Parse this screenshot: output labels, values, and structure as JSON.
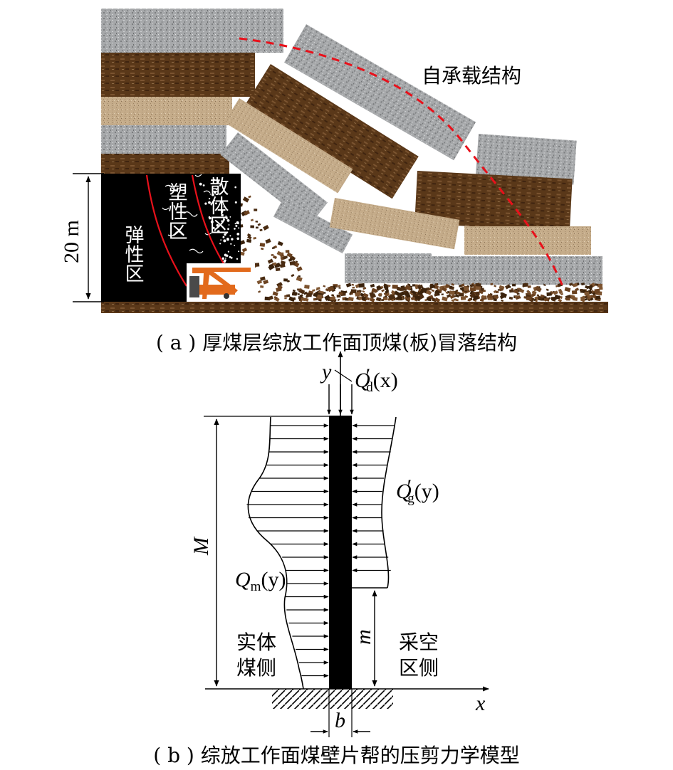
{
  "figure_a": {
    "height_label": "20 m",
    "zones": {
      "elastic": "弹性区",
      "plastic": "塑性区",
      "loose": "散体区"
    },
    "structure_label": "自承载结构",
    "caption": "( a ) 厚煤层综放工作面顶煤(板)冒落结构",
    "colors": {
      "granite": "#9fa1a3",
      "brown": "#5c3a1c",
      "tan": "#c6ae8c",
      "coal": "#000000",
      "boundary": "#e8111b",
      "machine": "#e26a1c"
    }
  },
  "figure_b": {
    "axis_y": "y",
    "axis_x": "x",
    "load_top": {
      "base": "Q",
      "prime": "′",
      "sub": "d",
      "arg": "(x)"
    },
    "load_goaf": {
      "base": "Q",
      "prime": "′",
      "sub": "g",
      "arg": "(y)"
    },
    "load_coal": {
      "base": "Q",
      "sub": "m",
      "arg": "(y)"
    },
    "dim_M": "M",
    "dim_m": "m",
    "dim_b": "b",
    "coal_side": [
      "实体",
      "煤侧"
    ],
    "goaf_side": [
      "采空",
      "区侧"
    ],
    "caption": "( b ) 综放工作面煤壁片帮的压剪力学模型"
  }
}
